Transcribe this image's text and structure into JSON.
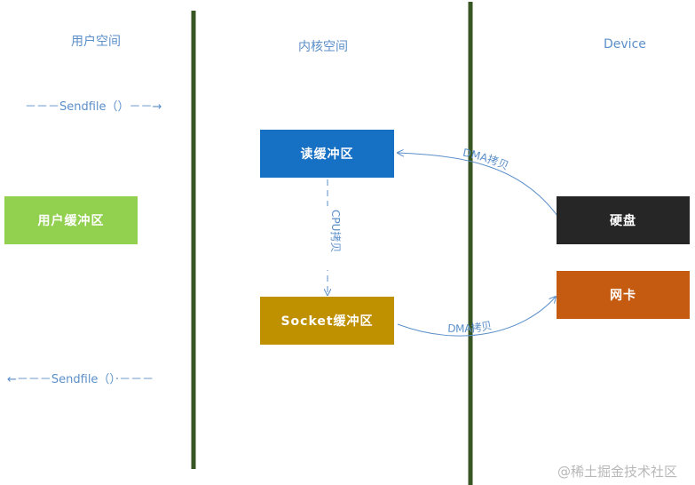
{
  "columns": {
    "user_space": "用户空间",
    "kernel_space": "内核空间",
    "device": "Device"
  },
  "boxes": {
    "read_buffer": "读缓冲区",
    "user_buffer": "用户缓冲区",
    "socket_buffer": "Socket缓冲区",
    "disk": "硬盘",
    "nic": "网卡"
  },
  "arrows": {
    "sendfile_top": "－－－Sendfile（）－－→",
    "sendfile_bottom": "←－－－Sendfile（）·－－－",
    "cpu_copy": "CPU拷贝",
    "dma_copy_top": "DMA拷贝",
    "dma_copy_bottom": "DMA拷贝"
  },
  "watermark": "@稀土掘金技术社区",
  "colors": {
    "read_buffer": "#1670c4",
    "user_buffer": "#92d050",
    "socket_buffer": "#bf9000",
    "disk": "#262626",
    "nic": "#c55a11",
    "divider": "#375623",
    "label": "#5b8fc9"
  }
}
